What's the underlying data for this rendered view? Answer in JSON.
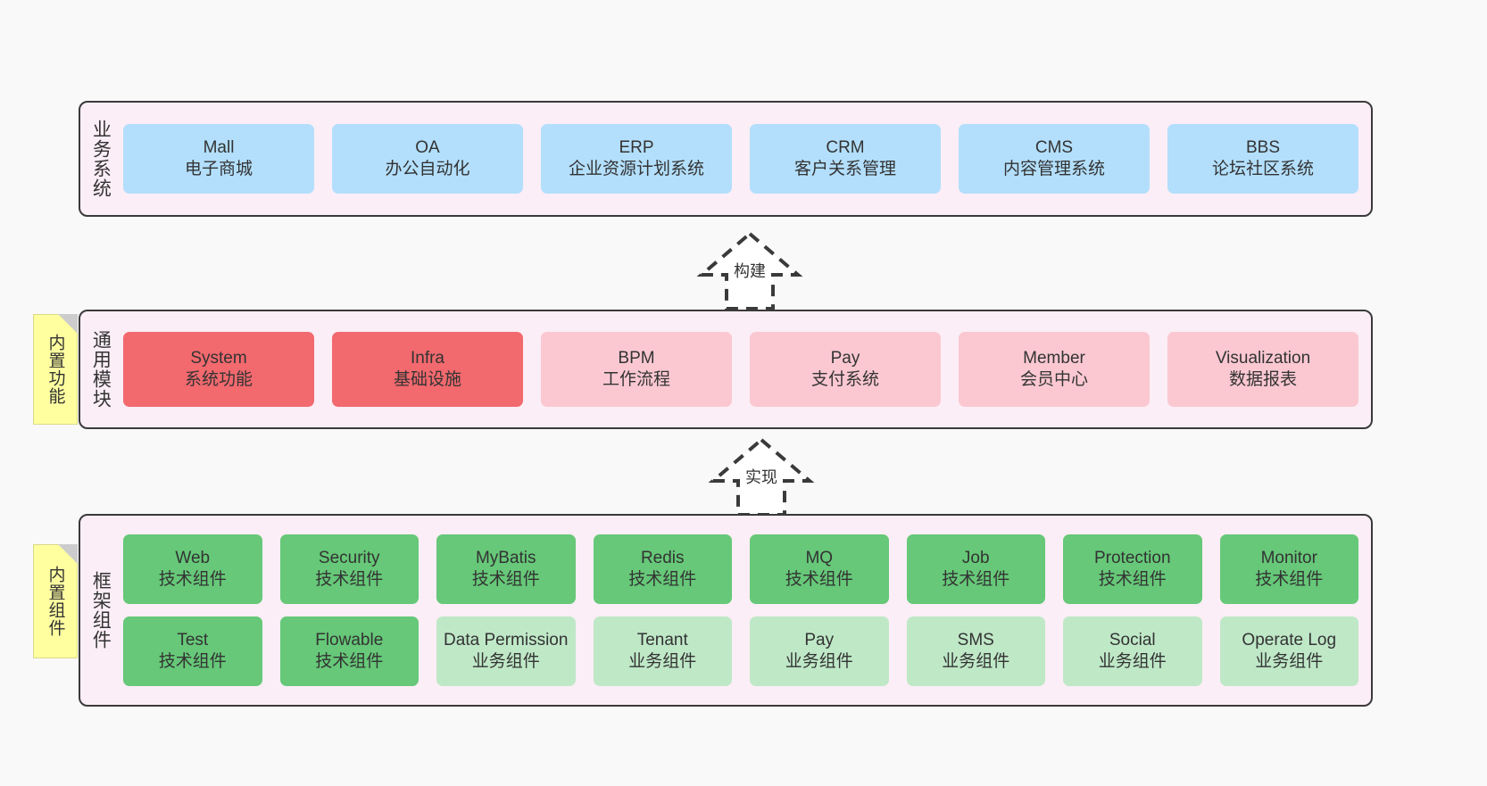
{
  "diagram": {
    "background_color": "#f9f9f9",
    "layer_fill": "#fbeef6",
    "layer_border": "#3a3a3a",
    "colors": {
      "blue": "#b3dffc",
      "red": "#f2696e",
      "pink": "#fbc8d2",
      "green": "#66c878",
      "light_green": "#bfe8c7",
      "note_yellow": "#ffffa0"
    }
  },
  "layers": {
    "business": {
      "label": "业务系统",
      "items": [
        {
          "en": "Mall",
          "cn": "电子商城",
          "color": "blue"
        },
        {
          "en": "OA",
          "cn": "办公自动化",
          "color": "blue"
        },
        {
          "en": "ERP",
          "cn": "企业资源计划系统",
          "color": "blue"
        },
        {
          "en": "CRM",
          "cn": "客户关系管理",
          "color": "blue"
        },
        {
          "en": "CMS",
          "cn": "内容管理系统",
          "color": "blue"
        },
        {
          "en": "BBS",
          "cn": "论坛社区系统",
          "color": "blue"
        }
      ]
    },
    "common": {
      "label": "通用模块",
      "note": "内置功能",
      "items": [
        {
          "en": "System",
          "cn": "系统功能",
          "color": "red"
        },
        {
          "en": "Infra",
          "cn": "基础设施",
          "color": "red"
        },
        {
          "en": "BPM",
          "cn": "工作流程",
          "color": "pink"
        },
        {
          "en": "Pay",
          "cn": "支付系统",
          "color": "pink"
        },
        {
          "en": "Member",
          "cn": "会员中心",
          "color": "pink"
        },
        {
          "en": "Visualization",
          "cn": "数据报表",
          "color": "pink"
        }
      ]
    },
    "framework": {
      "label": "框架组件",
      "note": "内置组件",
      "row1": [
        {
          "en": "Web",
          "cn": "技术组件",
          "color": "green"
        },
        {
          "en": "Security",
          "cn": "技术组件",
          "color": "green"
        },
        {
          "en": "MyBatis",
          "cn": "技术组件",
          "color": "green"
        },
        {
          "en": "Redis",
          "cn": "技术组件",
          "color": "green"
        },
        {
          "en": "MQ",
          "cn": "技术组件",
          "color": "green"
        },
        {
          "en": "Job",
          "cn": "技术组件",
          "color": "green"
        },
        {
          "en": "Protection",
          "cn": "技术组件",
          "color": "green"
        },
        {
          "en": "Monitor",
          "cn": "技术组件",
          "color": "green"
        }
      ],
      "row2": [
        {
          "en": "Test",
          "cn": "技术组件",
          "color": "green"
        },
        {
          "en": "Flowable",
          "cn": "技术组件",
          "color": "green"
        },
        {
          "en": "Data Permission",
          "cn": "业务组件",
          "color": "lightgreen"
        },
        {
          "en": "Tenant",
          "cn": "业务组件",
          "color": "lightgreen"
        },
        {
          "en": "Pay",
          "cn": "业务组件",
          "color": "lightgreen"
        },
        {
          "en": "SMS",
          "cn": "业务组件",
          "color": "lightgreen"
        },
        {
          "en": "Social",
          "cn": "业务组件",
          "color": "lightgreen"
        },
        {
          "en": "Operate Log",
          "cn": "业务组件",
          "color": "lightgreen"
        }
      ]
    }
  },
  "connectors": [
    {
      "name": "build",
      "label": "构建",
      "style": "dashed-hollow-arrow",
      "direction": "up"
    },
    {
      "name": "implement",
      "label": "实现",
      "style": "dashed-hollow-arrow",
      "direction": "up"
    }
  ]
}
